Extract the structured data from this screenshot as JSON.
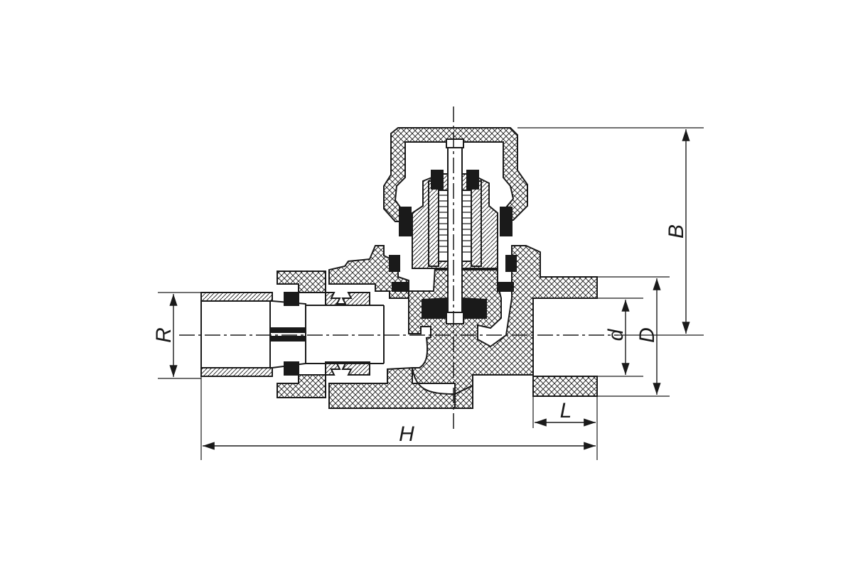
{
  "drawing": {
    "line_color": "#1a1a1a",
    "background": "#ffffff",
    "fill_color": "#1a1a1a",
    "hatch": "crosshatch",
    "dimensions": {
      "R": "R",
      "d": "d",
      "D": "D",
      "B": "B",
      "L": "L",
      "H": "H"
    }
  }
}
